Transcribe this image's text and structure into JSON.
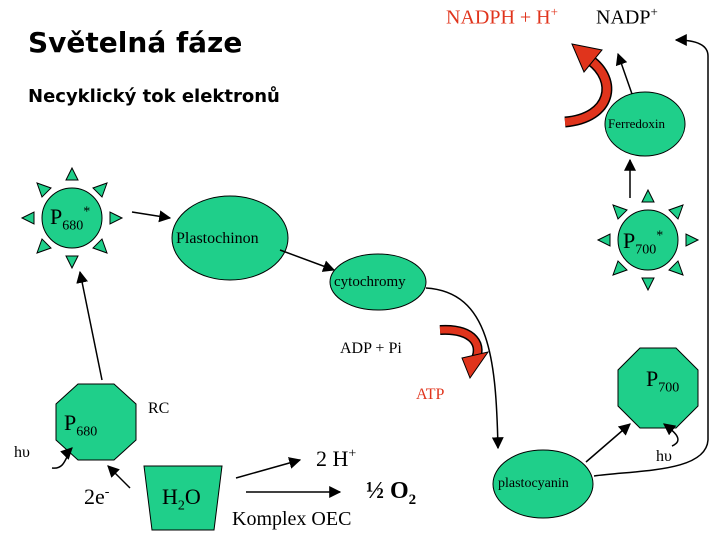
{
  "title": "Světelná fáze",
  "subtitle": "Necyklický tok elektronů",
  "labels": {
    "nadph": "NADPH + H",
    "nadph_sup": "+",
    "nadp": "NADP",
    "nadp_sup": "+",
    "ferredoxin": "Ferredoxin",
    "p680_star": "P",
    "p680_star_sub": "680",
    "p680_star_sup": "*",
    "plastochinon": "Plastochinon",
    "p700_star": "P",
    "p700_star_sub": "700",
    "p700_star_sup": "*",
    "cytochromy": "cytochromy",
    "adp": "ADP + Pi",
    "atp": "ATP",
    "p700": "P",
    "p700_sub": "700",
    "rc": "RC",
    "p680": "P",
    "p680_sub": "680",
    "hv_left": "hυ",
    "hv_right": "hυ",
    "two_h": "2 H",
    "two_h_sup": "+",
    "two_e": "2e",
    "two_e_sup": "-",
    "h2o": "H",
    "h2o_sub": "2",
    "h2o_o": "O",
    "half_o2": "½ O",
    "half_o2_sub": "2",
    "komplex": "Komplex OEC",
    "plastocyanin": "plastocyanin"
  },
  "colors": {
    "shape_fill": "#1fcf8a",
    "curved_arrow": "#e0341c",
    "stroke": "#000000"
  }
}
